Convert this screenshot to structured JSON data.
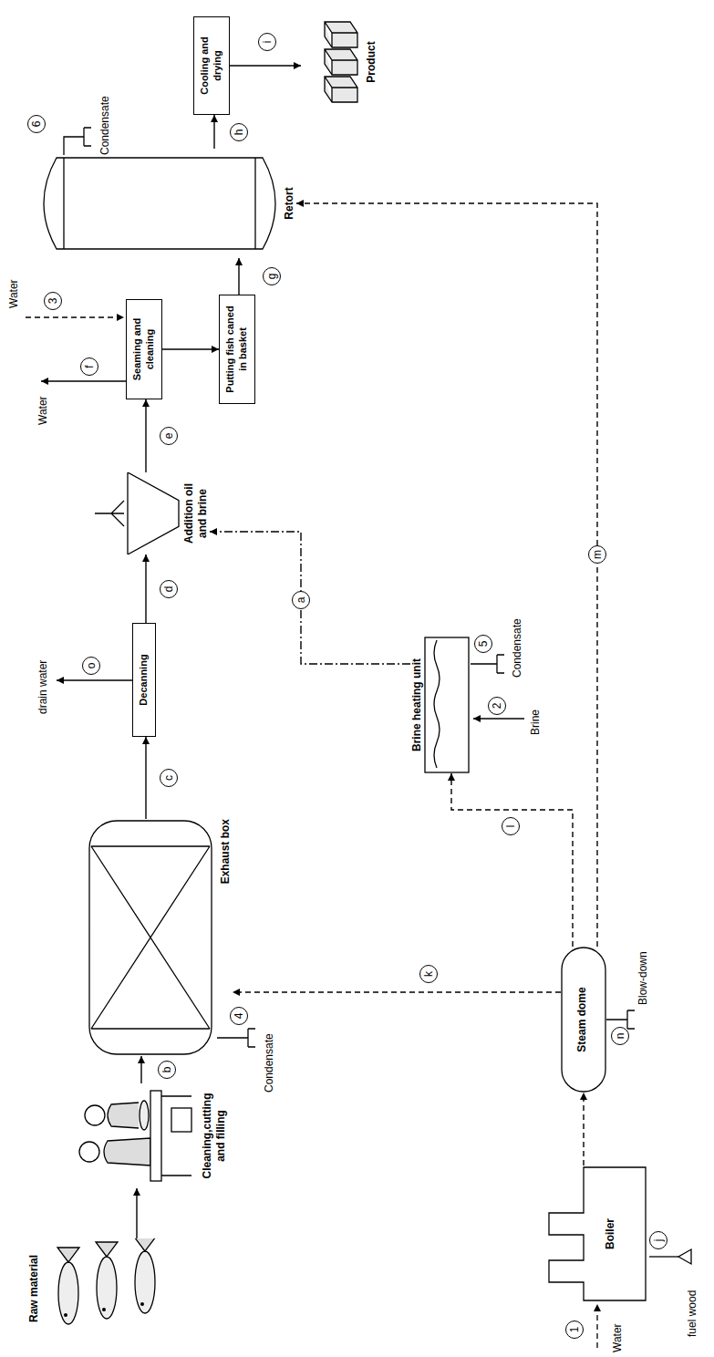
{
  "diagram": {
    "nodes": [
      {
        "text": [
          "Raw material"
        ]
      },
      {
        "text": [
          "Cleaning,cutting and filling"
        ]
      },
      {
        "text": [
          "Exhaust box"
        ]
      },
      {
        "text": [
          "Decanning"
        ]
      },
      {
        "text": [
          "Addition oil and brine"
        ]
      },
      {
        "text": [
          "Seaming and cleaning"
        ]
      },
      {
        "text": [
          "Putting fish caned in basket"
        ]
      },
      {
        "text": [
          "Retort"
        ]
      },
      {
        "text": [
          "Cooling and drying"
        ]
      },
      {
        "text": [
          "Product"
        ]
      },
      {
        "text": [
          "Brine heating unit"
        ]
      },
      {
        "text": [
          "Steam dome"
        ]
      },
      {
        "text": [
          "Boiler"
        ]
      }
    ],
    "edges": [
      {
        "from": 0,
        "to": 1,
        "arrow": "to"
      },
      {
        "from": 1,
        "to": 2,
        "label": "b",
        "arrow": "to"
      },
      {
        "from": 2,
        "to": 3,
        "label": "c",
        "arrow": "to"
      },
      {
        "from": 3,
        "to": 4,
        "label": "d",
        "arrow": "to"
      },
      {
        "from": 4,
        "to": 5,
        "label": "e",
        "arrow": "to"
      },
      {
        "from": 5,
        "to": 6,
        "arrow": "to"
      },
      {
        "from": 6,
        "to": 7,
        "label": "g",
        "arrow": "to"
      },
      {
        "from": 7,
        "to": 8,
        "label": "h",
        "arrow": "to"
      },
      {
        "from": 8,
        "to": 9,
        "label": "i",
        "arrow": "to"
      },
      {
        "from": 12,
        "to": 11,
        "arrow": "to"
      },
      {
        "from": 11,
        "to": 2,
        "label": "k",
        "arrow": "to"
      },
      {
        "from": 11,
        "to": 10,
        "label": "l",
        "arrow": "to"
      },
      {
        "from": 11,
        "to": 7,
        "label": "m",
        "arrow": "to"
      },
      {
        "from": 10,
        "to": 4,
        "label": "a",
        "arrow": "to"
      }
    ],
    "labels": [
      "1",
      "Water",
      "j",
      "fuel wood",
      "4",
      "Condensate",
      "o",
      "drain water",
      "f",
      "Water",
      "3",
      "Water",
      "2",
      "Brine",
      "5",
      "Condensate",
      "6",
      "Condensate",
      "n",
      "Blow-down"
    ]
  }
}
